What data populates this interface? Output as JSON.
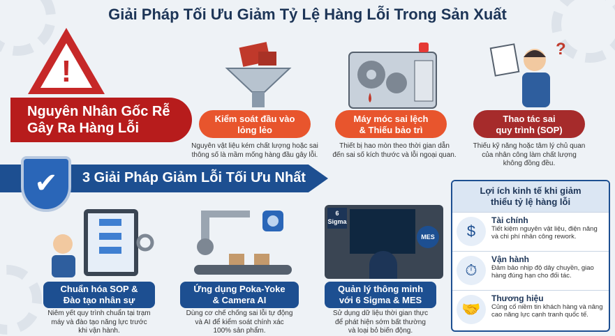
{
  "title": "Giải Pháp Tối Ưu Giảm Tỷ Lệ Hàng Lỗi Trong Sản Xuất",
  "root_cause": {
    "warning_mark": "!",
    "banner_line1": "Nguyên Nhân Gốc Rễ",
    "banner_line2": "Gây Ra Hàng Lỗi"
  },
  "causes": [
    {
      "icon": "funnel-icon",
      "title_line1": "Kiểm soát đầu vào",
      "title_line2": "lỏng lẻo",
      "desc_line1": "Nguyên vật liệu kém chất lượng hoặc sai",
      "desc_line2": "thông số là mầm mống hàng đầu gây lỗi."
    },
    {
      "icon": "machine-icon",
      "title_line1": "Máy móc sai lệch",
      "title_line2": "& Thiếu bảo trì",
      "desc_line1": "Thiết bị hao mòn theo thời gian dẫn",
      "desc_line2": "đến sai số kích thước và lỗi ngoại quan."
    },
    {
      "icon": "worker-confused-icon",
      "title_line1": "Thao tác sai",
      "title_line2": "quy trình (SOP)",
      "desc_line1": "Thiếu kỹ năng hoặc tâm lý chủ quan",
      "desc_line2": "của nhân công làm chất lượng",
      "desc_line3": "không đồng đều."
    }
  ],
  "solutions_band": {
    "check": "✔",
    "label": "3 Giải Pháp Giảm Lỗi Tối Ưu Nhất"
  },
  "solutions": [
    {
      "icon": "sop-tablet-icon",
      "title_line1": "Chuẩn hóa SOP &",
      "title_line2": "Đào tạo nhân sự",
      "desc_line1": "Niêm yết quy trình chuẩn tại trạm",
      "desc_line2": "máy và đào tạo năng lực trước",
      "desc_line3": "khi vận hành."
    },
    {
      "icon": "robot-camera-icon",
      "title_line1": "Ứng dụng Poka-Yoke",
      "title_line2": "& Camera AI",
      "desc_line1": "Dùng cơ chế chống sai lỗi tự động",
      "desc_line2": "và AI để kiểm soát chính xác",
      "desc_line3": "100% sản phẩm."
    },
    {
      "icon": "dashboard-icon",
      "badge1": "6 Sigma",
      "badge2": "MES",
      "title_line1": "Quản lý thông minh",
      "title_line2": "với 6 Sigma & MES",
      "desc_line1": "Sử dụng dữ liệu thời gian thực",
      "desc_line2": "để phát hiện sớm bất thường",
      "desc_line3": "và loại bỏ biến động."
    }
  ],
  "benefits": {
    "heading_line1": "Lợi ích kinh tế khi giảm",
    "heading_line2": "thiểu tỷ lệ hàng lỗi",
    "items": [
      {
        "icon": "coins-icon",
        "glyph": "$",
        "title": "Tài chính",
        "text": "Tiết kiệm nguyên vật liệu, điện năng và chi phí nhân công rework."
      },
      {
        "icon": "truck-clock-icon",
        "glyph": "⏱",
        "title": "Vận hành",
        "text": "Đảm bảo nhịp độ dây chuyền, giao hàng đúng hạn cho đối tác."
      },
      {
        "icon": "handshake-icon",
        "glyph": "🤝",
        "title": "Thương hiệu",
        "text": "Củng cố niềm tin khách hàng và nâng cao năng lực cạnh tranh quốc tế."
      }
    ]
  },
  "colors": {
    "primary": "#1d4f91",
    "danger": "#b71c1c",
    "accent": "#e8552d",
    "dark_red": "#a62b2b"
  }
}
